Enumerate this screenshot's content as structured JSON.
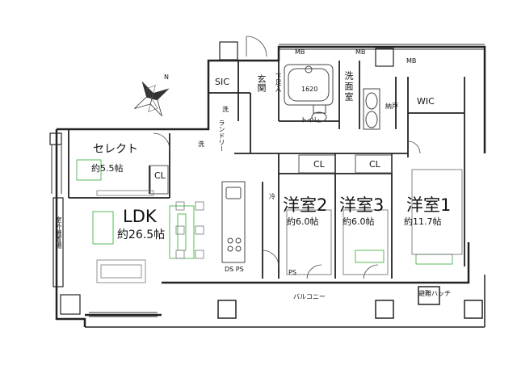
{
  "rooms": {
    "select": {
      "name": "セレクト",
      "size": "約5.5帖"
    },
    "ldk": {
      "name": "LDK",
      "size": "約26.5帖"
    },
    "western2": {
      "name": "洋室2",
      "size": "約6.0帖"
    },
    "western3": {
      "name": "洋室3",
      "size": "約6.0帖"
    },
    "western1": {
      "name": "洋室1",
      "size": "約11.7帖"
    },
    "sic": "SIC",
    "entrance": "玄関",
    "washroom": "洗面室",
    "wic": "WIC",
    "storage": "納戸",
    "toilet": "トイレ",
    "balcony": "バルコニー",
    "outdoor_unit_area": "室外機置場"
  },
  "labels": {
    "cl_select": "CL",
    "cl_western2": "CL",
    "cl_western3": "CL",
    "mb1": "MB",
    "mb2": "MB",
    "mb3": "MB",
    "bath_size": "1620",
    "fridge": "冷",
    "wash_a": "洗",
    "wash_b": "洗",
    "ds_ps": "DS PS",
    "ps": "PS",
    "escape_hatch": "避難ハッチ",
    "laundry": "ランドリー",
    "shoe": "下足入"
  },
  "compass": {
    "north": "N"
  }
}
